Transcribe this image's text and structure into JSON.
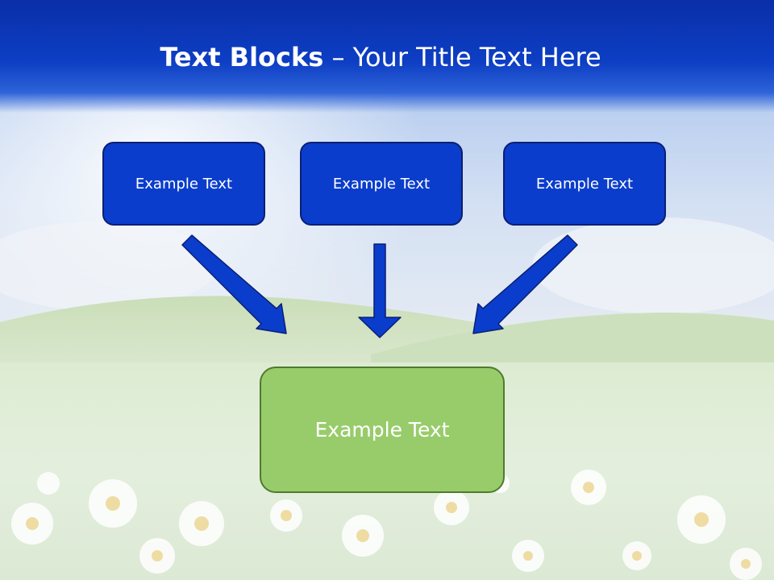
{
  "title": {
    "bold": "Text Blocks",
    "dash": " – ",
    "regular": "Your Title Text Here"
  },
  "blocks": [
    {
      "label": "Example Text"
    },
    {
      "label": "Example Text"
    },
    {
      "label": "Example Text"
    }
  ],
  "target": {
    "label": "Example Text"
  },
  "colors": {
    "header": "#0d3ec4",
    "block_fill": "#0b3dcc",
    "block_border": "#0a1f73",
    "target_fill": "#98cc6b",
    "target_border": "#4f7a2e",
    "arrow": "#0b3dcc"
  }
}
